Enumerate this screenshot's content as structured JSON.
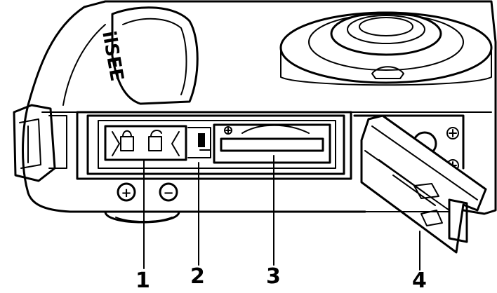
{
  "diagram": {
    "callouts": [
      {
        "id": 1,
        "label": "1"
      },
      {
        "id": 2,
        "label": "2"
      },
      {
        "id": 3,
        "label": "3"
      },
      {
        "id": 4,
        "label": "4"
      }
    ],
    "body_marking": "ilSEE",
    "polarity_symbols": [
      "+",
      "−"
    ]
  },
  "colors": {
    "ink": "#000000",
    "paper": "#ffffff"
  }
}
